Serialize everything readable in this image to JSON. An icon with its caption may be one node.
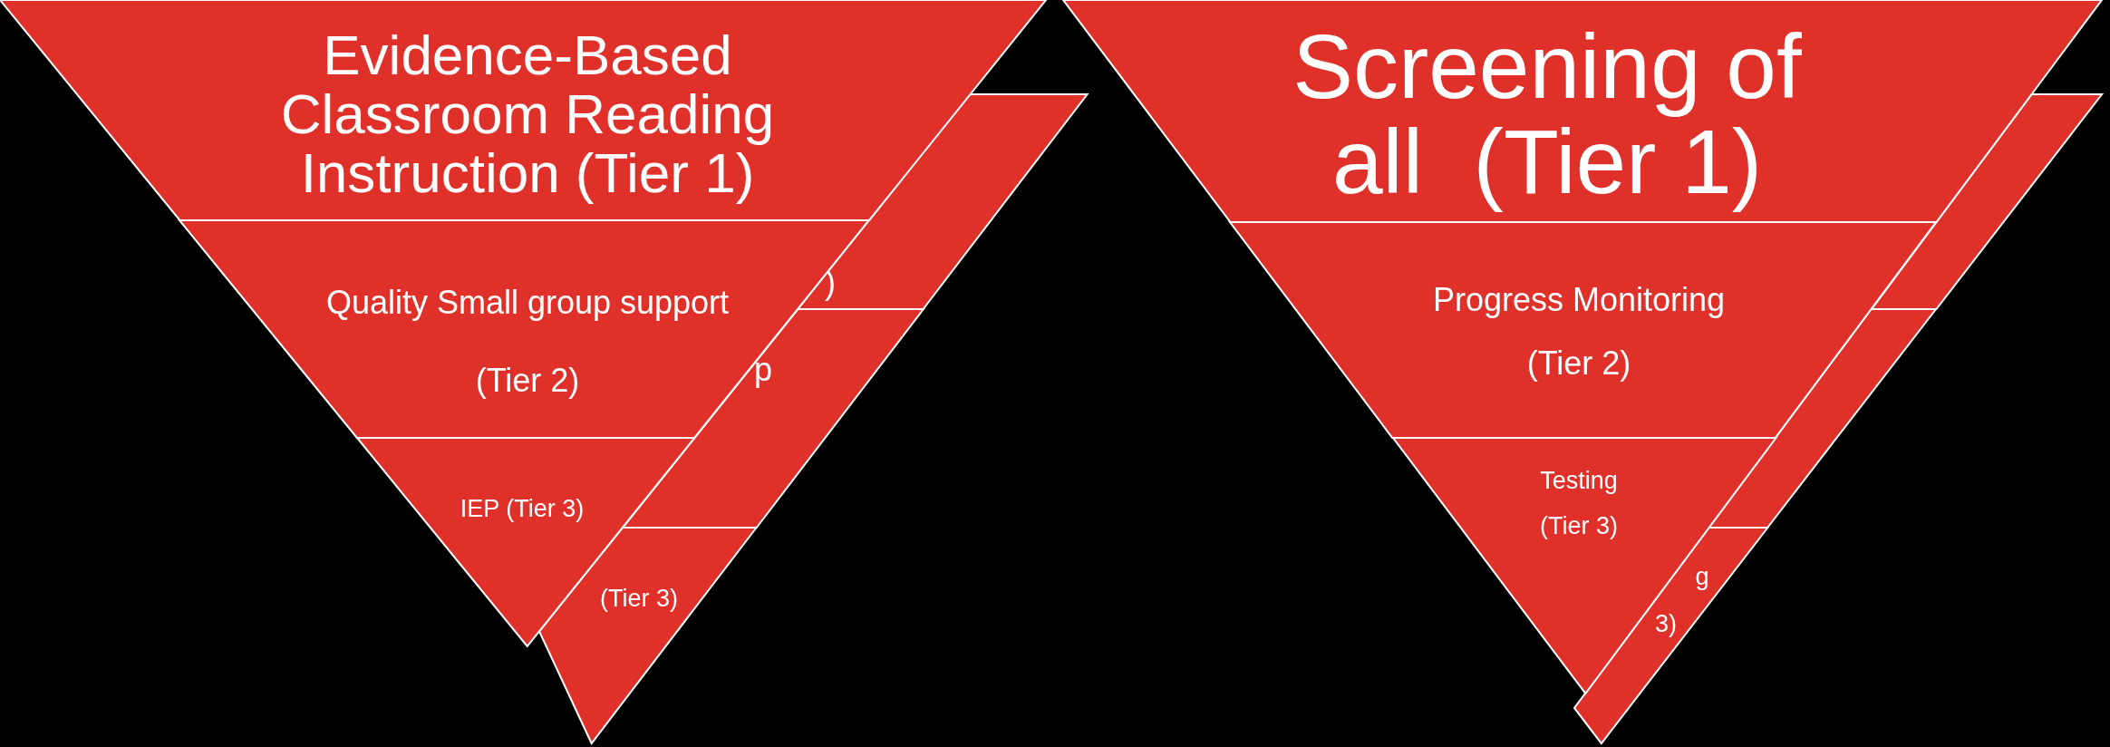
{
  "diagram": {
    "nodes": [
      {
        "text": [
          "Evidence-Based Classroom Reading Instruction (Tier 1)"
        ]
      },
      {
        "text": [
          "Quality Small group support",
          "(Tier 2)"
        ]
      },
      {
        "text": [
          "IEP (Tier 3)"
        ]
      },
      {
        "text": [
          ")"
        ]
      },
      {
        "text": [
          "p"
        ]
      },
      {
        "text": [
          "(Tier 3)"
        ]
      },
      {
        "text": [
          "Screening of all  (Tier 1)"
        ]
      },
      {
        "text": [
          "Progress Monitoring",
          "(Tier 2)"
        ]
      },
      {
        "text": [
          "Testing",
          "(Tier 3)"
        ]
      },
      {
        "text": [],
        "shape": "trapezoid"
      },
      {
        "text": [],
        "shape": "trapezoid"
      },
      {
        "text": [
          "g",
          "3)"
        ]
      }
    ]
  }
}
